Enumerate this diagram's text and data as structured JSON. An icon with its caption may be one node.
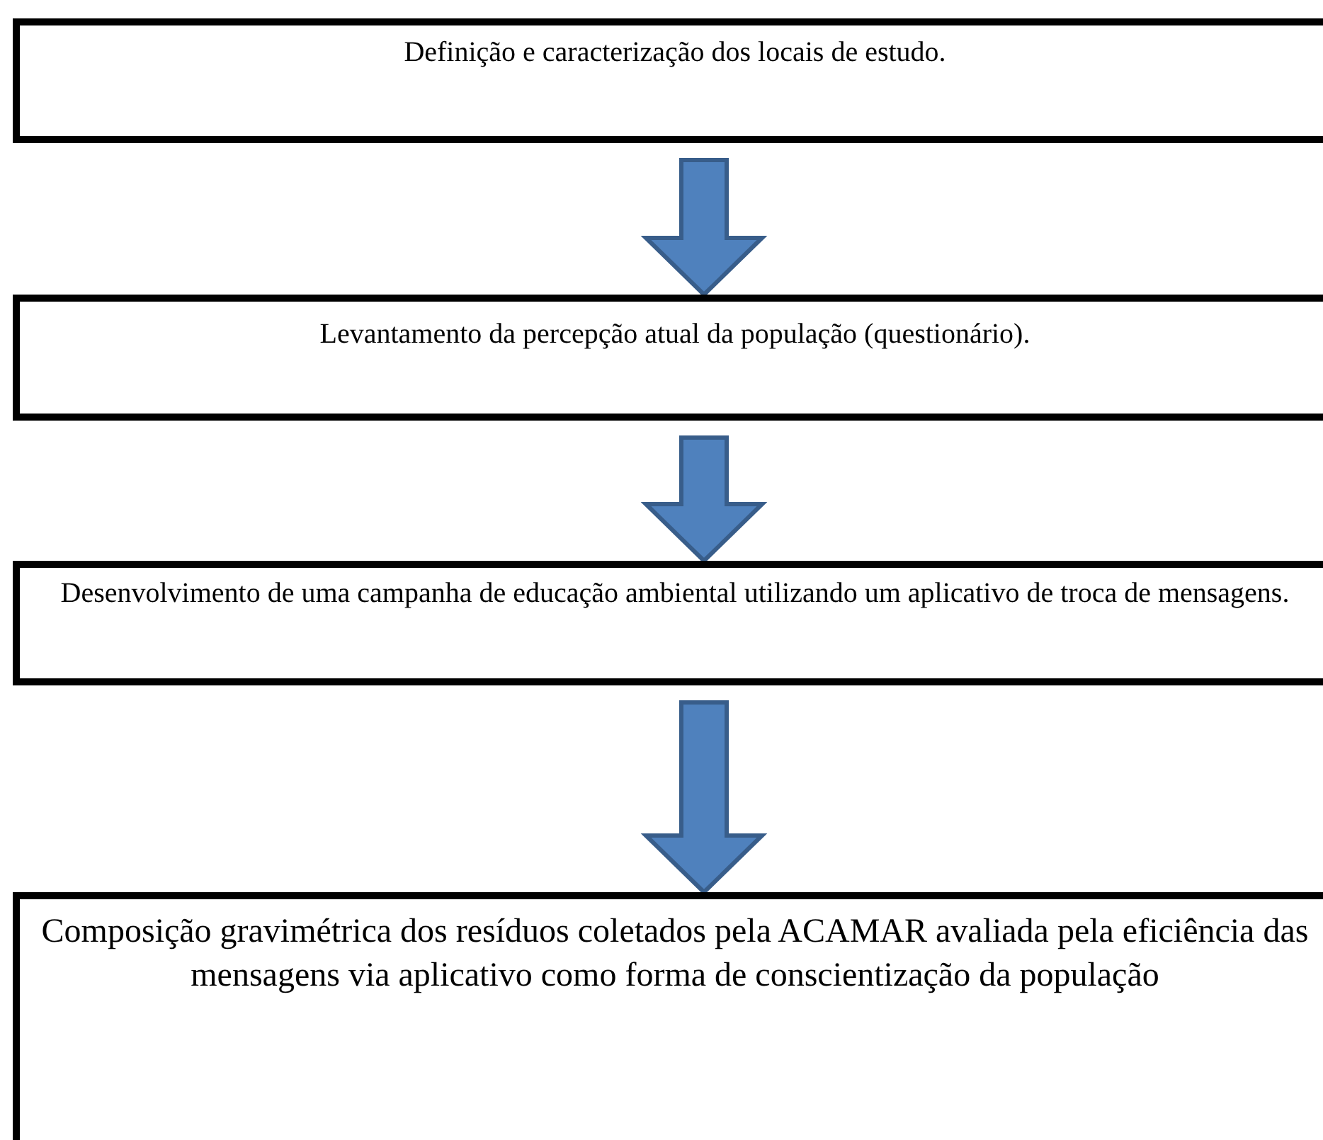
{
  "diagram": {
    "nodes": [
      {
        "text": [
          "Definição e caracterização dos locais de estudo."
        ]
      },
      {
        "text": [
          "Levantamento da percepção atual da população (questionário)."
        ]
      },
      {
        "text": [
          "Desenvolvimento de uma campanha de educação ambiental utilizando um aplicativo de troca de mensagens."
        ]
      },
      {
        "text": [
          "Composição gravimétrica dos resíduos coletados pela ACAMAR avaliada pela eficiência das mensagens via aplicativo como forma de conscientização da população"
        ]
      }
    ],
    "edges": [
      {
        "from": 0,
        "to": 1,
        "arrow": "to"
      },
      {
        "from": 1,
        "to": 2,
        "arrow": "to"
      },
      {
        "from": 2,
        "to": 3,
        "arrow": "to"
      }
    ]
  }
}
